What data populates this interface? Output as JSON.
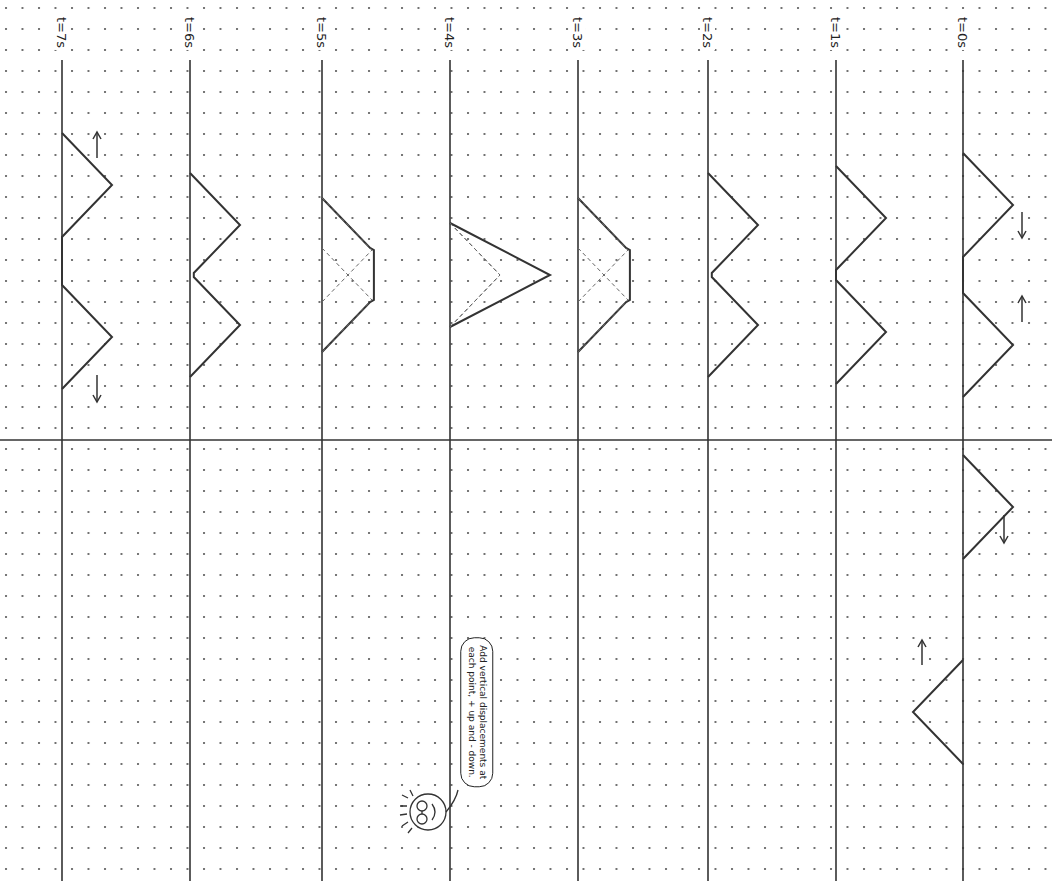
{
  "diagram": {
    "nodes": [
      {
        "text": [
          "Add vertical displacements at each point, + up and - down."
        ]
      }
    ],
    "labels": [
      "t=7s",
      "t=6s",
      "t=5s",
      "t=4s",
      "t=3s",
      "t=2s",
      "t=1s",
      "t=0s"
    ]
  }
}
